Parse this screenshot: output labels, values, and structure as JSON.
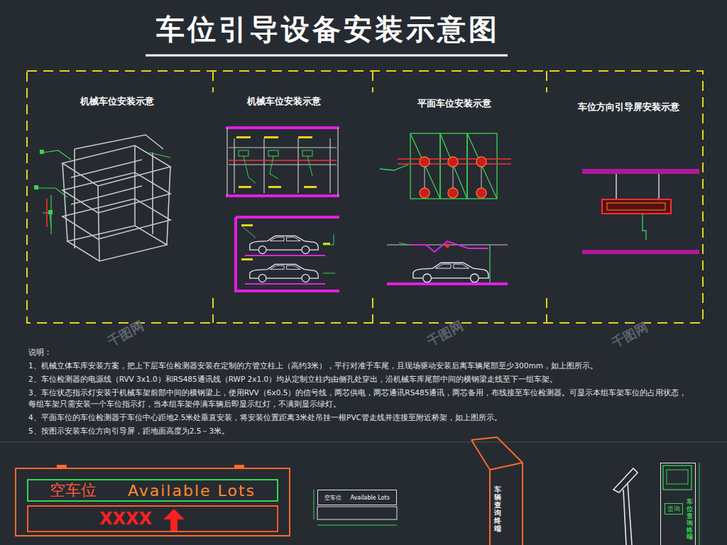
{
  "diagram": {
    "title": "车位引导设备安装示意图",
    "nodes": [
      {
        "text": [
          "空车位",
          "Available Lots"
        ]
      },
      {
        "text": [
          "XXXX"
        ]
      },
      {
        "text": [
          "空车位",
          "Available Lots"
        ]
      },
      {
        "text": [
          "车辆查询终端"
        ]
      },
      {
        "text": [
          "车位查询终端"
        ]
      },
      {
        "text": [
          "查询"
        ],
        "in": 4
      }
    ],
    "labels": [
      "机械车位安装示意",
      "机械车位安装示意",
      "平面车位安装示意",
      "车位方向引导屏安装示意",
      "说明：",
      "1、机械立体车库安装方案，把上下层车位检测器安装在定制的方管立柱上（高约3米），平行对准于车尾，且现场驱动安装后离车辆尾部至少300mm，如上图所示。",
      "2、车位检测器的电源线（RVV 3x1.0）和RS485通讯线（RWP 2x1.0）均从定制立柱内由侧孔处穿出，沿机械车库尾部中间的横钢梁走线至下一组车架。",
      "3、车位状态指示灯安装于机械车架前部中间的横钢梁上，使用RVV（6x0.5）的信号线，两芯供电，两芯通讯RS485通讯，两芯备用，布线接至车位检测器。可显示本组车架车位的占用状态，每组车架只需安装一个车位指示灯，当本组车架停满车辆后即显示红灯，不满则显示绿灯。",
      "4、平面车位的车位检测器于车位中心距地2.5米处垂直安装，将安装位置距离3米处吊挂一根PVC管走线并连接至附近桥架，如上图所示。",
      "5、按图示安装车位方向引导屏，距地面高度为2.5－3米。",
      "千图网",
      "千图网",
      "千图网"
    ]
  }
}
